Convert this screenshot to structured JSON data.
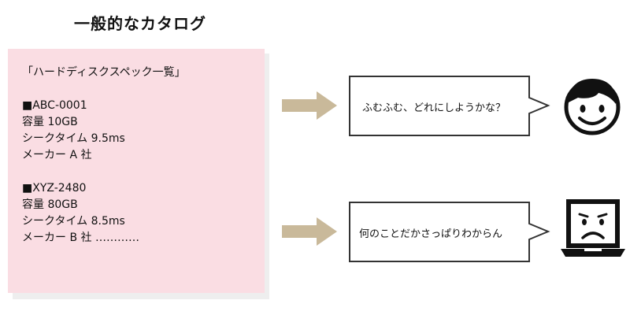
{
  "title": "一般的なカタログ",
  "catalog": {
    "heading": "「ハードディスクスペック一覧」",
    "items": [
      {
        "model": "■ABC-0001",
        "capacity": "容量 10GB",
        "seek": "シークタイム 9.5ms",
        "maker": "メーカー A 社"
      },
      {
        "model": "■XYZ-2480",
        "capacity": "容量 80GB",
        "seek": "シークタイム 8.5ms",
        "maker": "メーカー B 社 …………"
      }
    ]
  },
  "bubbles": {
    "human": "ふむふむ、どれにしようかな？",
    "computer": "何のことだかさっぱりわからん"
  },
  "icons": {
    "human": "smiling-person-face-icon",
    "computer": "sad-laptop-icon"
  },
  "colors": {
    "catalog_bg": "#fadde3",
    "arrow": "#c9b99a",
    "stroke": "#333333"
  }
}
